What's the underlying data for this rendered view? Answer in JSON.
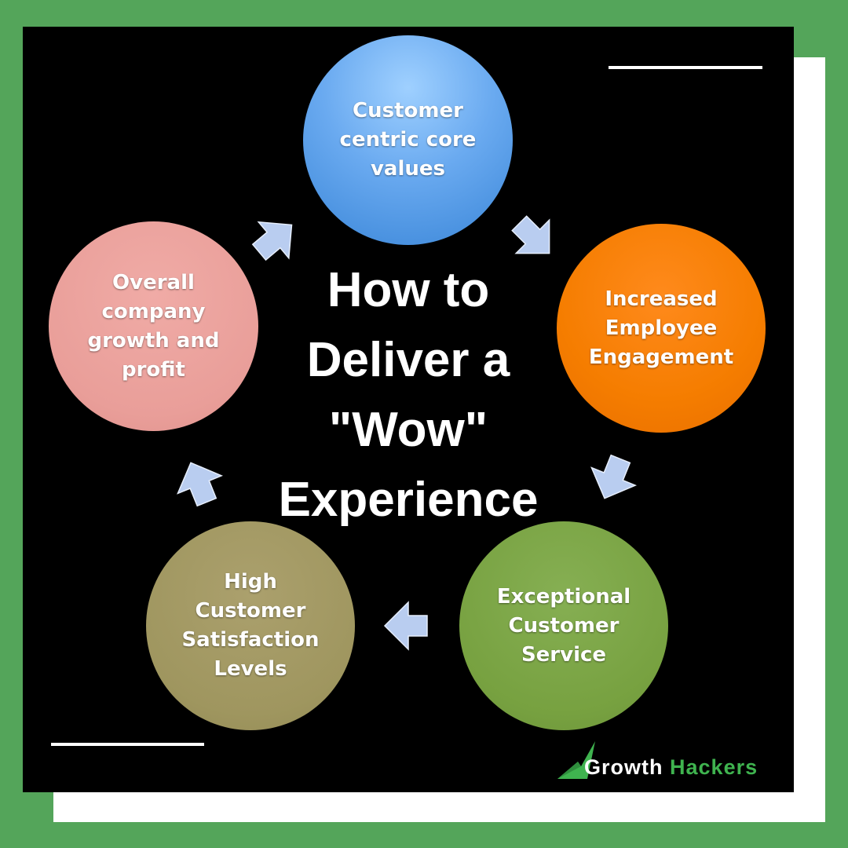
{
  "colors": {
    "frame_green": "#54a55a",
    "card_white": "#ffffff",
    "panel_black": "#000000",
    "arrow_fill": "#b9cdf0",
    "brand_green": "#3fb34f"
  },
  "title": "How to\nDeliver a\n\"Wow\"\nExperience",
  "cycle": [
    {
      "label": "Customer\ncentric core\nvalues",
      "color": "#5b9ee8"
    },
    {
      "label": "Increased\nEmployee\nEngagement",
      "color": "#f57d00"
    },
    {
      "label": "Exceptional\nCustomer\nService",
      "color": "#77a140"
    },
    {
      "label": "High\nCustomer\nSatisfaction\nLevels",
      "color": "#9f965f"
    },
    {
      "label": "Overall\ncompany\ngrowth and\nprofit",
      "color": "#e99e99"
    }
  ],
  "brand": {
    "word1": "Growth",
    "word2": "Hackers",
    "icon": "growth-arrow-logo-icon"
  }
}
